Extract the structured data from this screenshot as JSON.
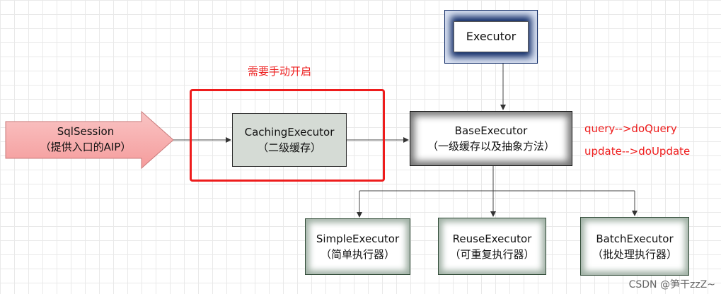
{
  "labels": {
    "sqlsession_line1": "SqlSession",
    "sqlsession_line2": "（提供入口的AIP）",
    "need_manual": "需要手动开启",
    "caching_line1": "CachingExecutor",
    "caching_line2": "（二级缓存）",
    "executor": "Executor",
    "base_line1": "BaseExecutor",
    "base_line2": "（一级缓存以及抽象方法）",
    "query_note": "query-->doQuery",
    "update_note": "update-->doUpdate",
    "simple_line1": "SimpleExecutor",
    "simple_line2": "（简单执行器）",
    "reuse_line1": "ReuseExecutor",
    "reuse_line2": "（可重复执行器）",
    "batch_line1": "BatchExecutor",
    "batch_line2": "（批处理执行器）"
  },
  "watermark": "CSDN @笋干zzZ~",
  "colors": {
    "highlight_red": "#ee1c1c",
    "arrow_fill_pink": "#f7b2b2",
    "executor_border_navy": "#0f2a66",
    "caching_fill": "#d5dbd5",
    "subexecutor_border": "#2f4a36"
  }
}
